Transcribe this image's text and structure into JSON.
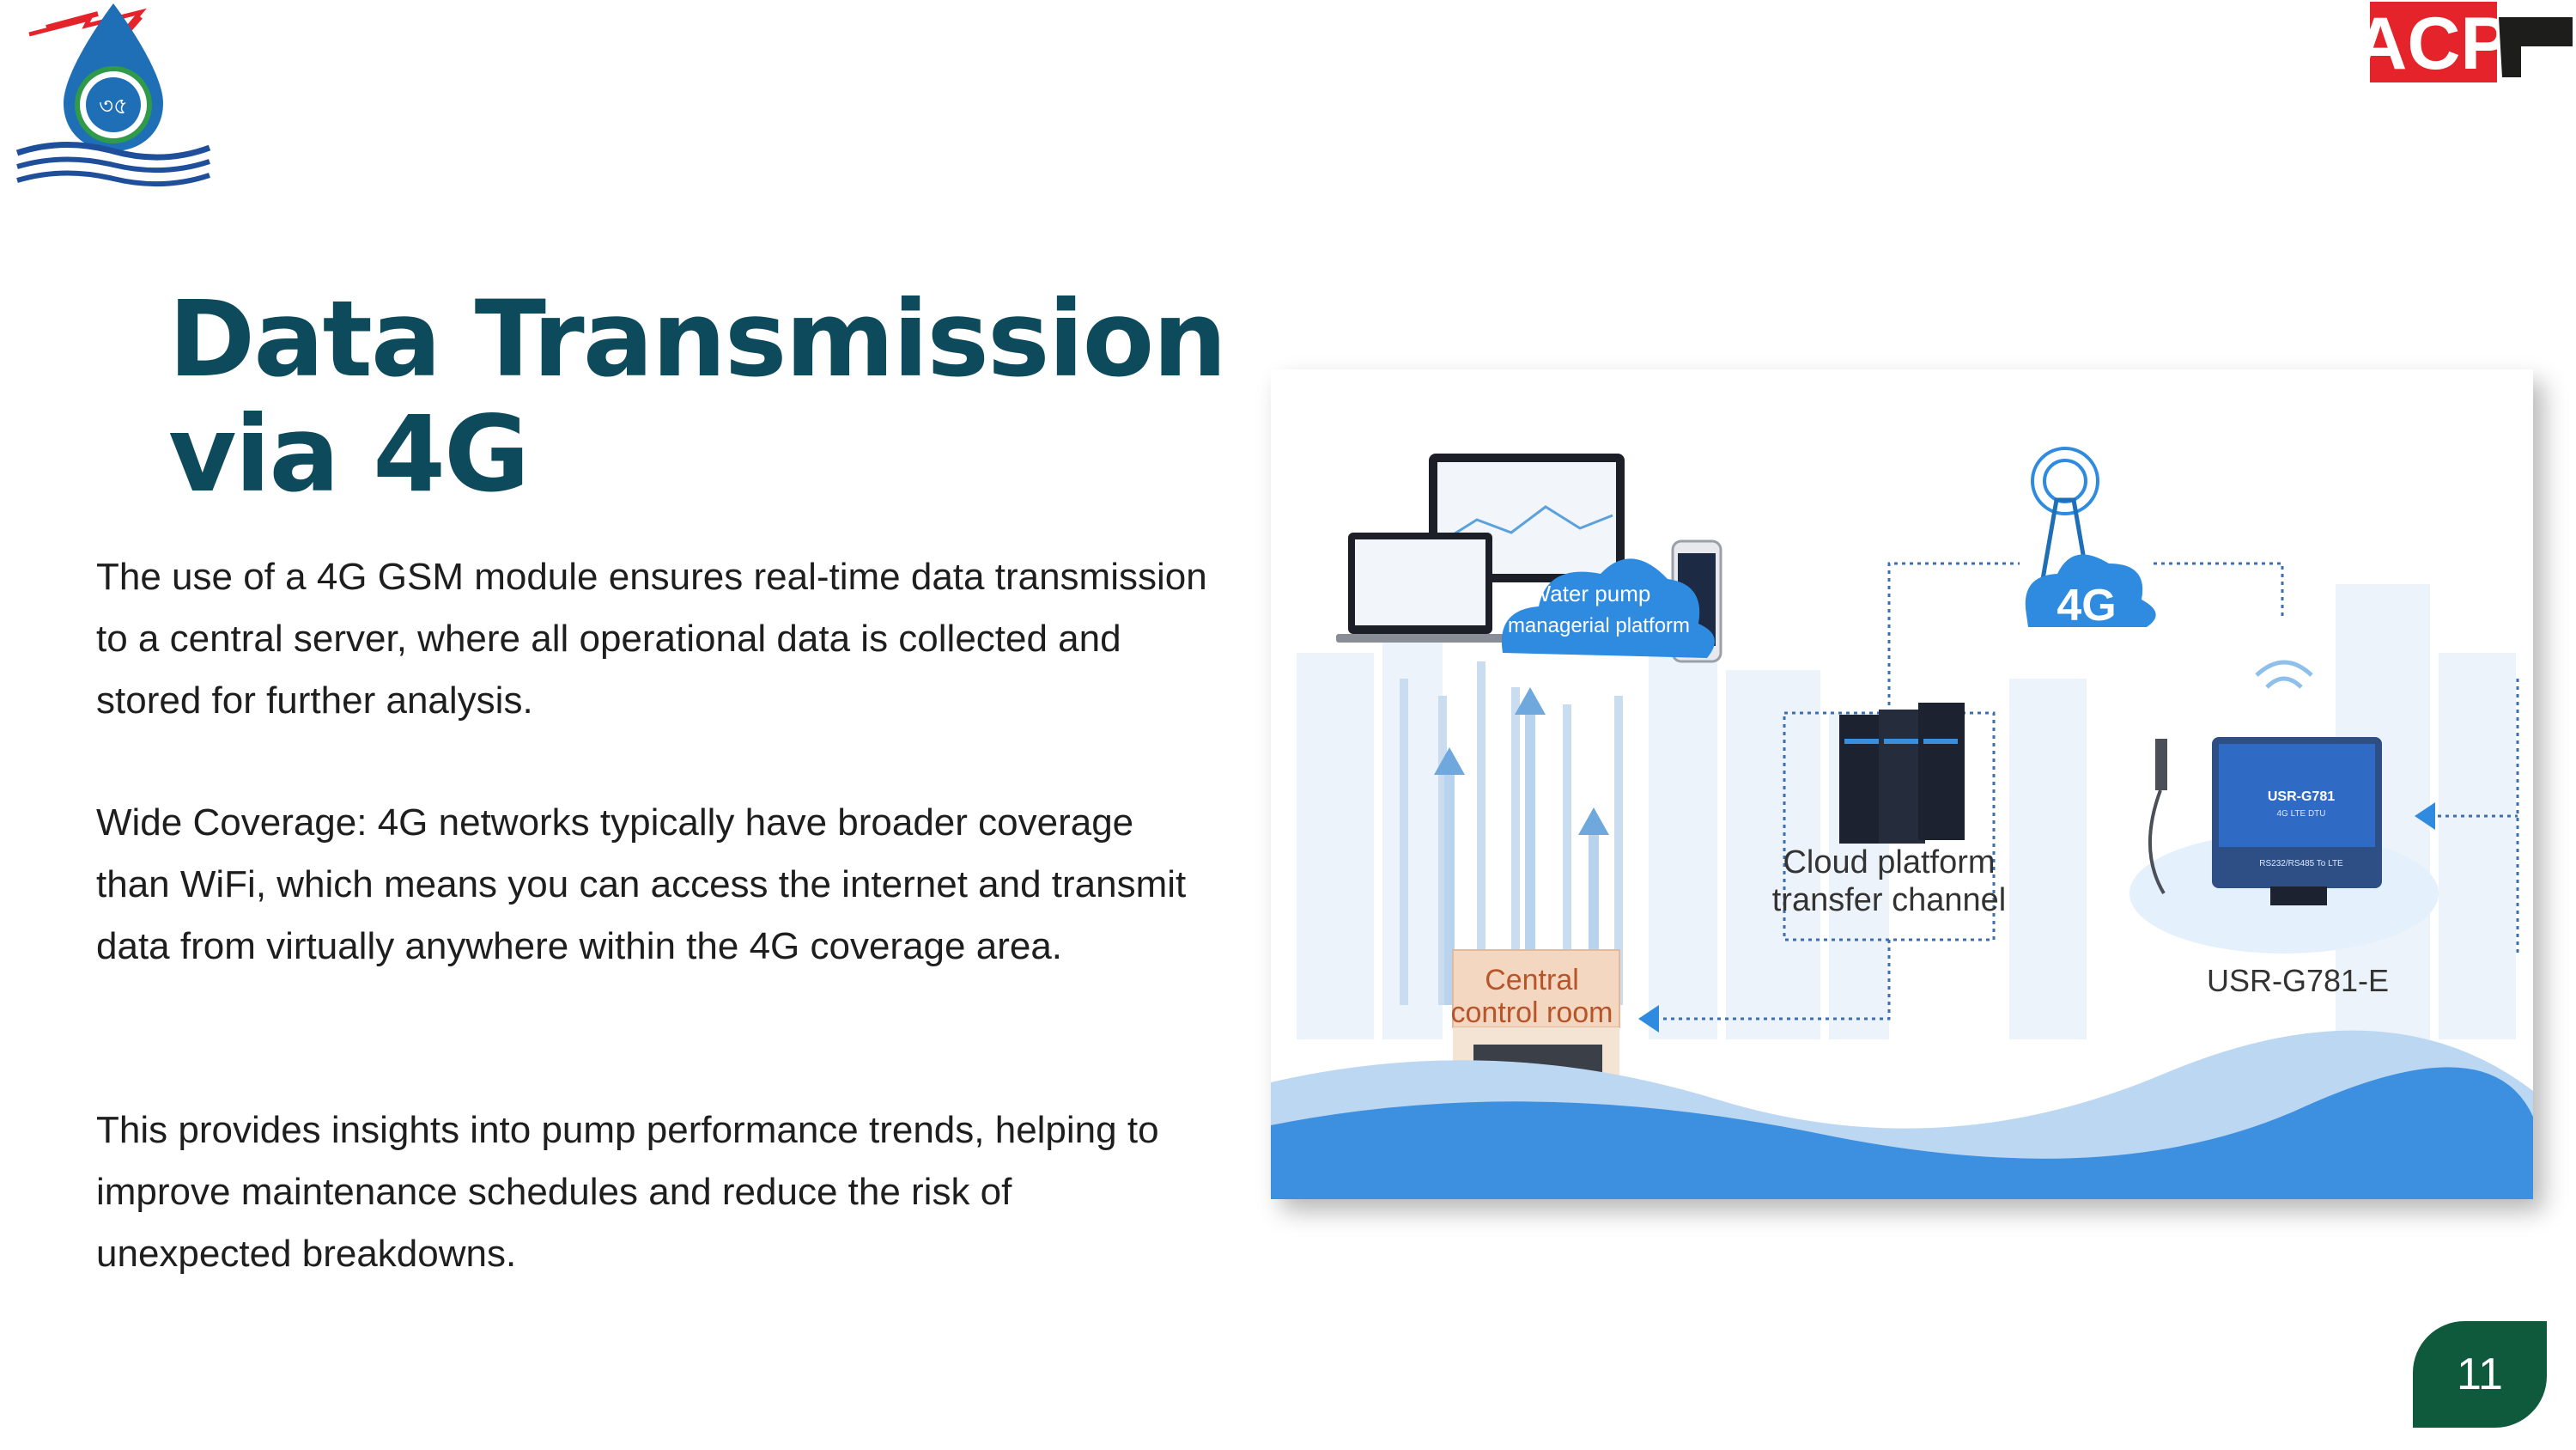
{
  "slide": {
    "title_line1": "Data Transmission",
    "title_line2": "via 4G",
    "paragraphs": [
      "The use of a 4G GSM module ensures real-time data transmission to a central server, where all operational data is collected and stored for further analysis.",
      "Wide Coverage: 4G networks typically have broader coverage than WiFi, which means you can access the internet and transmit data from virtually anywhere within the 4G coverage area.",
      "This provides insights into pump performance trends, helping to improve maintenance schedules and reduce the risk of unexpected breakdowns."
    ],
    "page_number": "11"
  },
  "logos": {
    "left_text": "৩৫",
    "right_text": "ACP"
  },
  "figure": {
    "platform_line1": "Water pump",
    "platform_line2": "managerial platform",
    "cloud_label": "4G",
    "cloud_line1": "Cloud platform",
    "cloud_line2": "transfer channel",
    "central_line1": "Central",
    "central_line2": "control room",
    "device_label": "USR-G781-E",
    "device_screen_title": "USR-G781",
    "device_screen_sub": "4G LTE DTU",
    "device_port_text": "RS232/RS485 To LTE"
  },
  "colors": {
    "title": "#0d4a5c",
    "acp_red": "#e4232a",
    "acp_dark": "#1d1d1b",
    "badge_green": "#0f5a3c",
    "accent_blue": "#2e8be0"
  }
}
